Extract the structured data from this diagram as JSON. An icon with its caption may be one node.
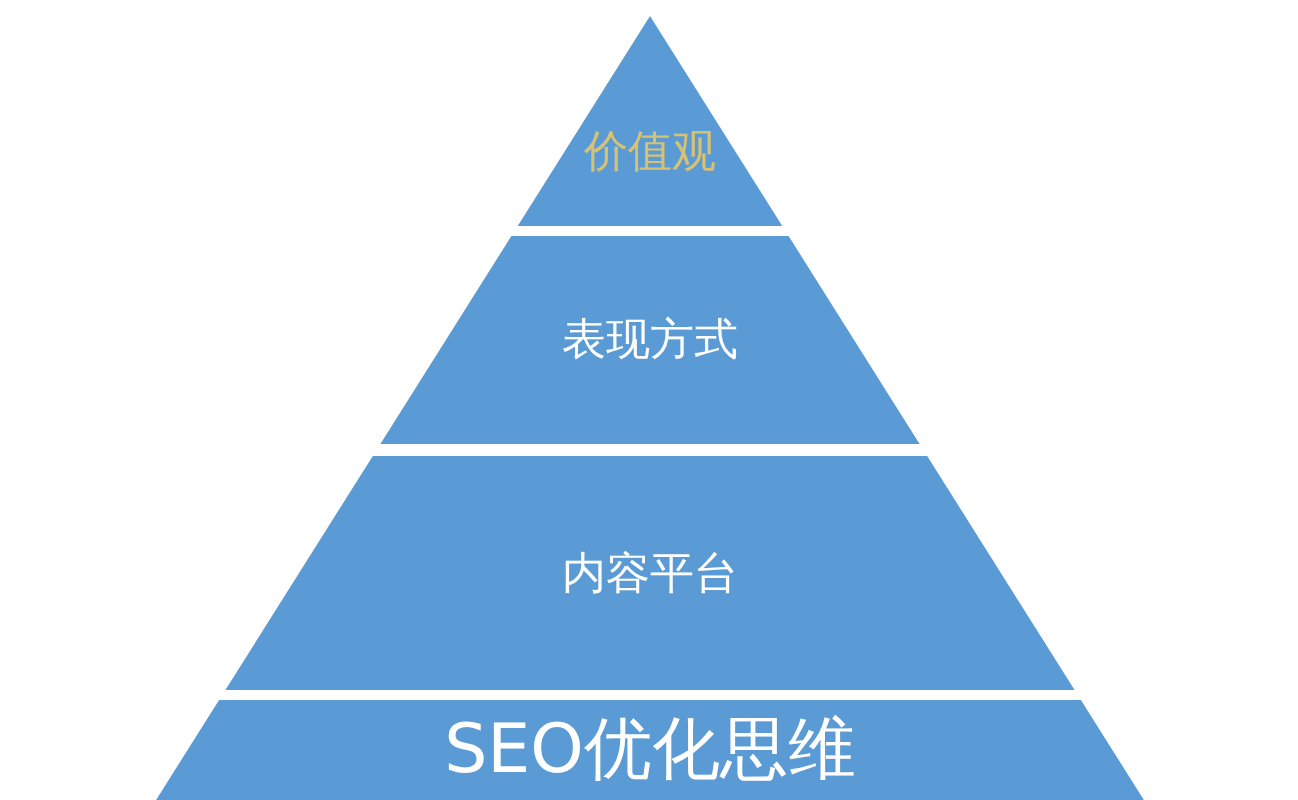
{
  "diagram": {
    "nodes": [
      {
        "text": [
          "价值观"
        ]
      },
      {
        "text": [
          "表现方式"
        ]
      },
      {
        "text": [
          "内容平台"
        ]
      },
      {
        "text": [
          "SEO优化思维"
        ]
      }
    ]
  }
}
